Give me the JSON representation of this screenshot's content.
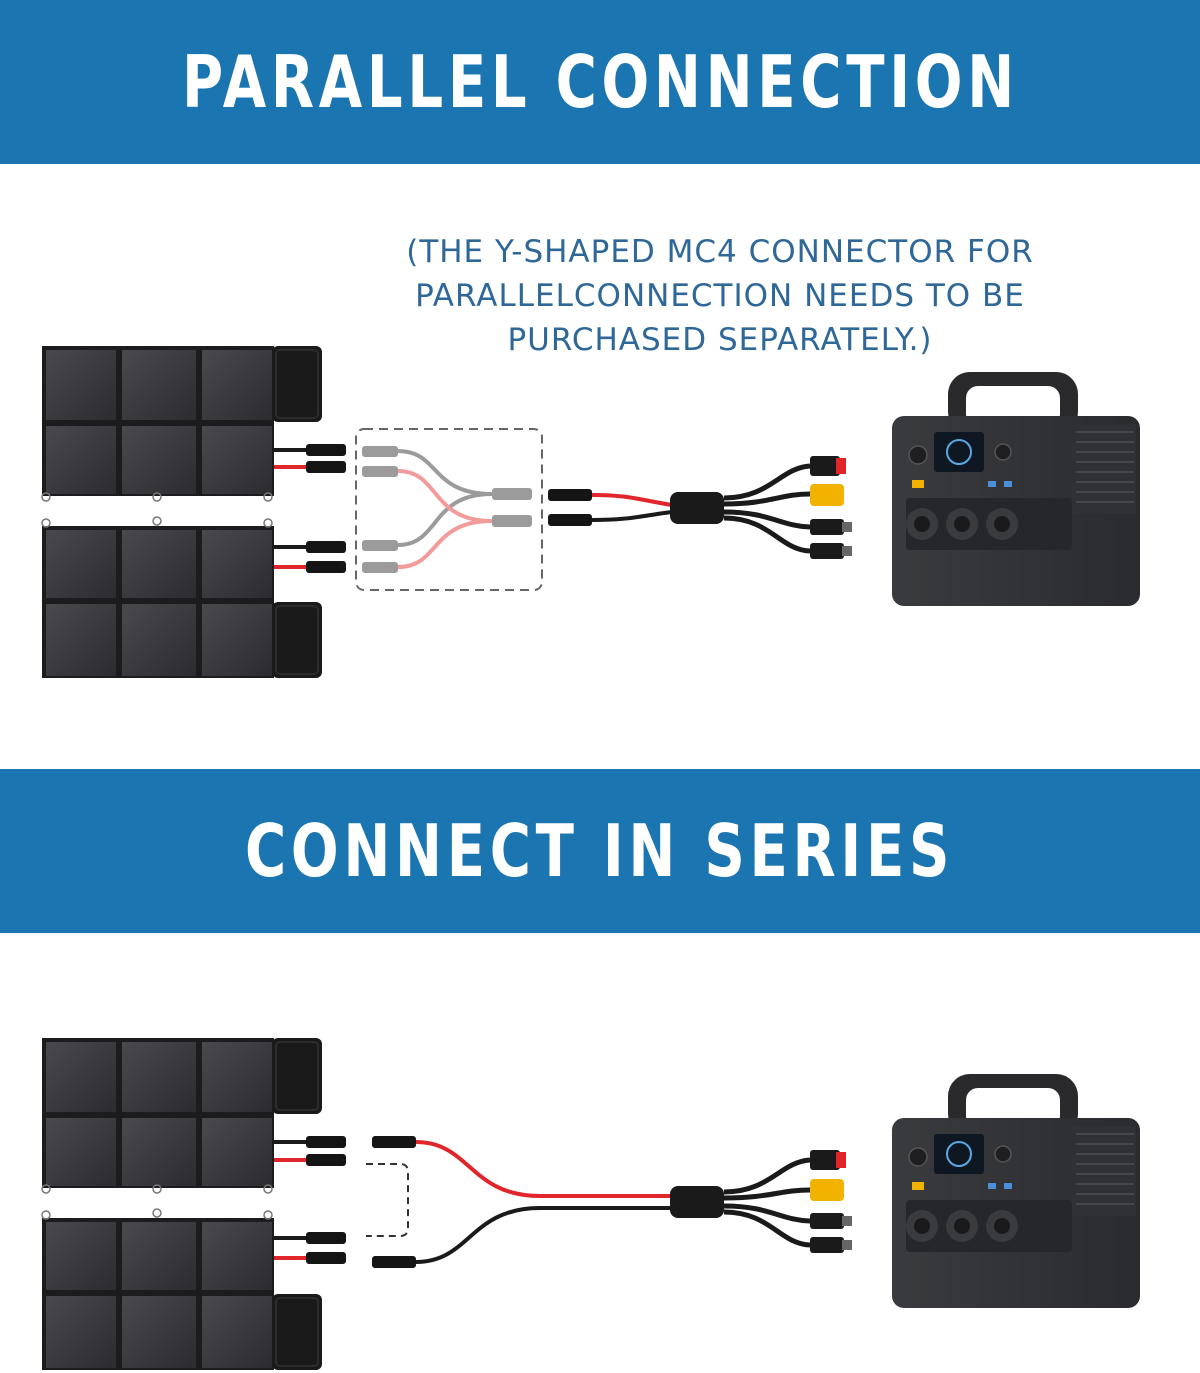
{
  "parallel": {
    "title": "PARALLEL CONNECTION",
    "note_lines": [
      "(THE Y-SHAPED MC4 CONNECTOR FOR",
      "PARALLELCONNECTION NEEDS TO BE",
      "PURCHASED SEPARATELY.)"
    ]
  },
  "series": {
    "title": "CONNECT IN SERIES"
  },
  "colors": {
    "banner": "#1b75b0",
    "note_text": "#2f6898",
    "cable_red": "#e0262b",
    "cable_black": "#1a1a1a",
    "cable_gray": "#8a8a8a",
    "cable_pink": "#f08a8a",
    "connector_yellow": "#f2b200"
  }
}
